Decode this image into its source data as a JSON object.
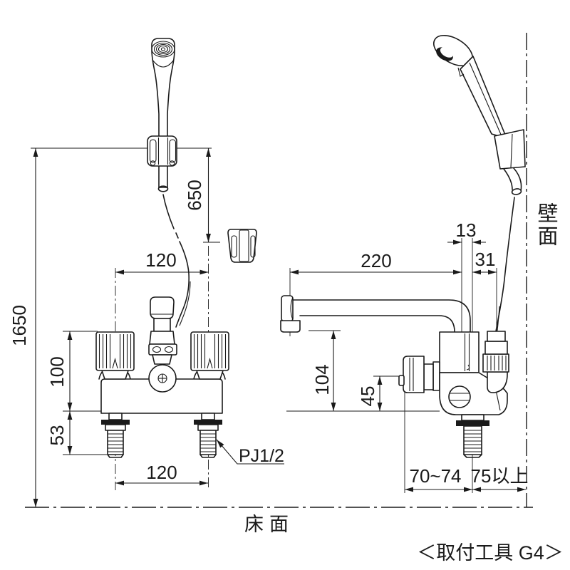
{
  "document": {
    "type": "installation-dimension-drawing",
    "product": "deck-mounted bath shower mixer faucet"
  },
  "labels": {
    "wall_surface": "壁面",
    "floor_surface": "床面",
    "mounting_tool_note": "＜取付工具 G4＞",
    "thread_spec": "PJ1/2"
  },
  "dimensions": {
    "overall_height_from_floor": "1650",
    "hook_drop_from_holder": "650",
    "handle_pitch_top": "120",
    "body_height_above_deck": "100",
    "shank_length_below_deck": "53",
    "leg_pitch_bottom": "120",
    "spout_reach": "220",
    "riser_offset": "13",
    "hose_joint_offset": "31",
    "spout_outlet_height": "104",
    "check_valve_height": "45",
    "deck_range": "70~74",
    "wall_clearance_min": "75以上"
  },
  "colors": {
    "line": "#1a1a1a",
    "background": "#ffffff"
  }
}
